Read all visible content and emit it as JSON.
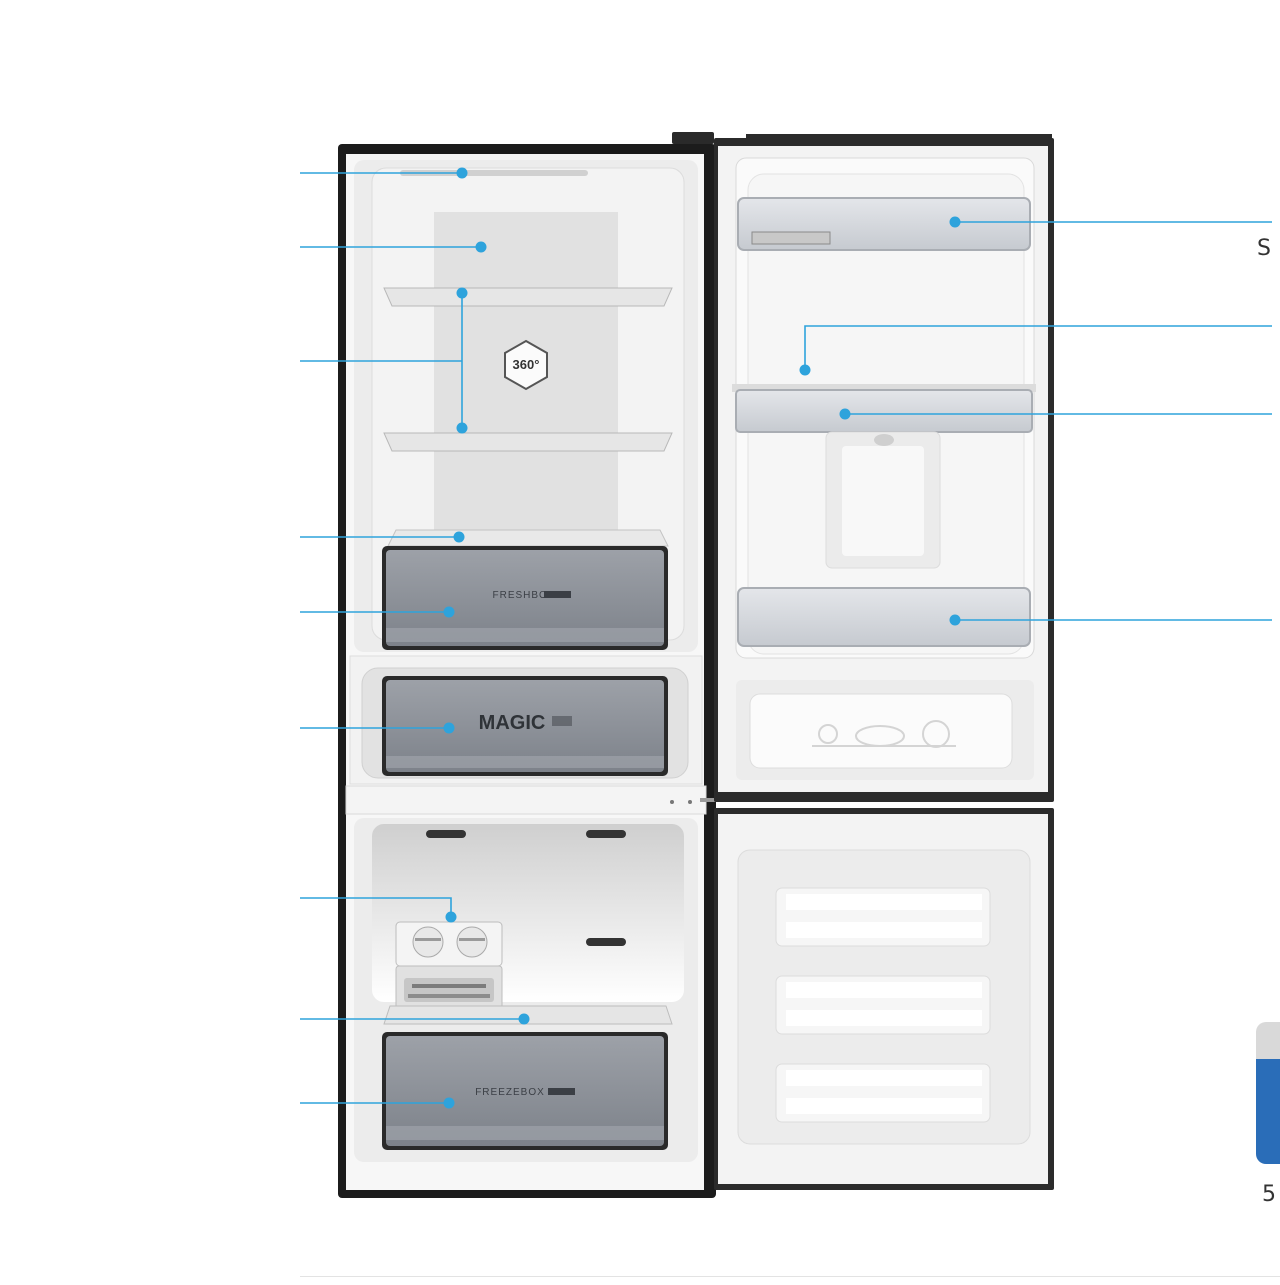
{
  "colors": {
    "callout": "#2ea3dc",
    "cabinet_frame": "#1c1c1c",
    "liner": "#f0f0f0",
    "bin_grey": "#8c9097",
    "badge_blue": "#2a6db8"
  },
  "labels": {
    "freshbox": "FRESHBOX",
    "magic": "MAGIC",
    "freezebox": "FREEZEBOX",
    "cooling_badge": "360°"
  },
  "edge_text": {
    "right_top": "S",
    "right_bottom": "5"
  },
  "callouts_left": [
    {
      "id": "left-1"
    },
    {
      "id": "left-2"
    },
    {
      "id": "left-3"
    },
    {
      "id": "left-4"
    },
    {
      "id": "left-5"
    },
    {
      "id": "left-6"
    },
    {
      "id": "left-7"
    },
    {
      "id": "left-8"
    },
    {
      "id": "left-9"
    }
  ],
  "callouts_right": [
    {
      "id": "right-1"
    },
    {
      "id": "right-2"
    },
    {
      "id": "right-3"
    },
    {
      "id": "right-4"
    }
  ],
  "icons": [
    "cooling-360-icon",
    "ice-tray-icon",
    "food-icons"
  ]
}
